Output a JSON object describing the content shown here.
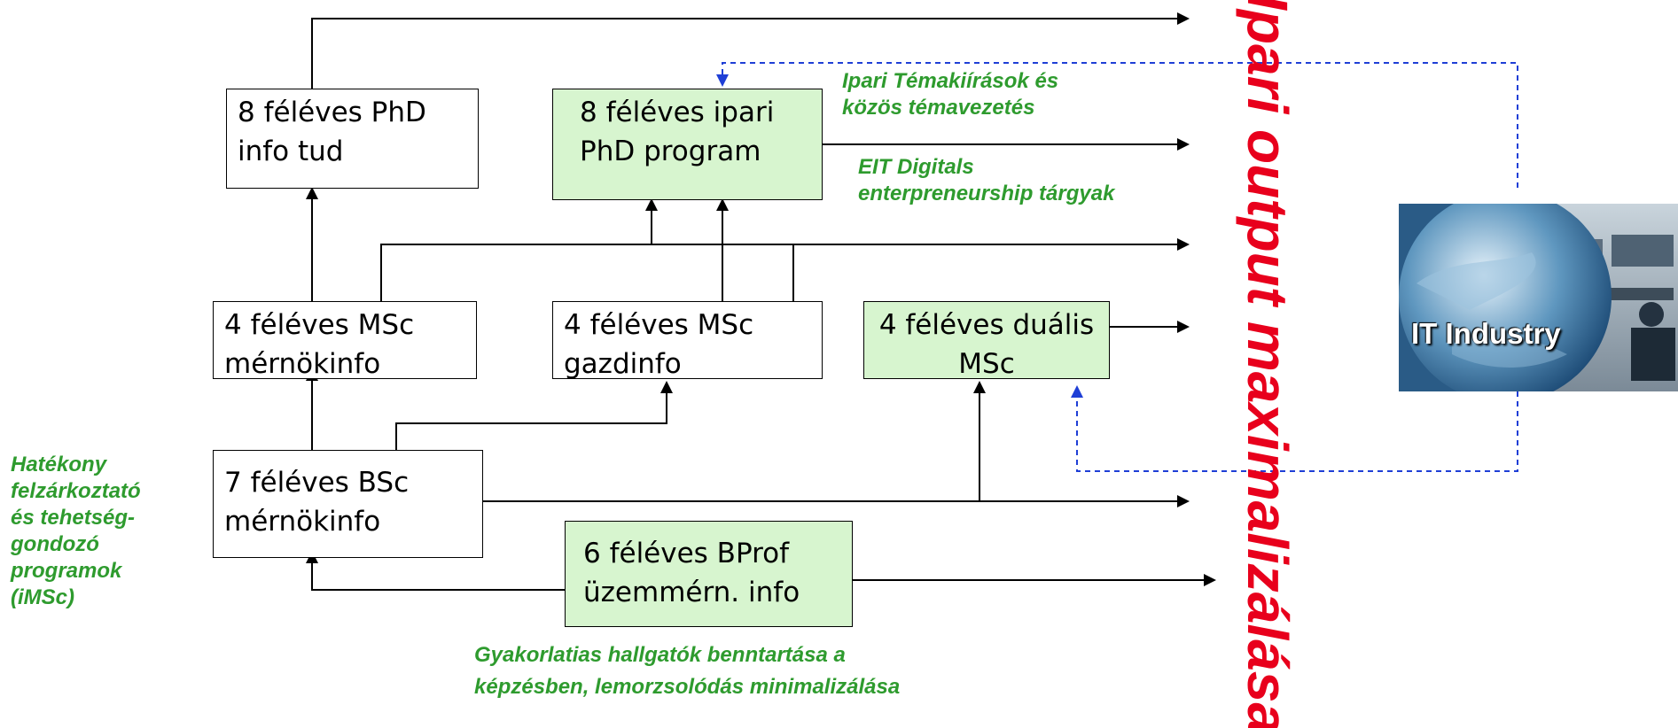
{
  "boxes": {
    "phd_info": {
      "line1": "8 féléves PhD",
      "line2": "info tud"
    },
    "phd_ipari": {
      "line1": "8 féléves ipari",
      "line2": "PhD program"
    },
    "msc_mernok": {
      "line1": "4 féléves MSc",
      "line2": "mérnökinfo"
    },
    "msc_gazd": {
      "line1": "4 féléves MSc",
      "line2": "gazdinfo"
    },
    "msc_dualis": {
      "line1": "4 féléves duális",
      "line2": "MSc"
    },
    "bsc": {
      "line1": "7 féléves BSc",
      "line2": "mérnökinfo"
    },
    "bprof": {
      "line1": "6 féléves BProf",
      "line2": "üzemmérn. info"
    }
  },
  "notes": {
    "ipari_tema": {
      "line1": "Ipari Témakiírások és",
      "line2": "közös témavezetés"
    },
    "eit": {
      "line1": "EIT Digitals",
      "line2": "enterpreneurship tárgyak"
    },
    "hatekony": {
      "line1": "Hatékony",
      "line2": "felzárkoztató",
      "line3": "és tehetség-",
      "line4": "gondozó",
      "line5": "programok",
      "line6": "(iMSc)"
    },
    "gyakorlatias": {
      "line1": "Gyakorlatias hallgatók benntartása a",
      "line2": "képzésben, lemorzsolódás minimalizálása"
    }
  },
  "vertical_title": "Ipari output maximalizálása",
  "it_logo": {
    "text": "IT Industry"
  },
  "colors": {
    "green_box": "#d7f5cf",
    "green_text": "#2e9b2e",
    "title_red": "#e8001c",
    "dashed_blue": "#1f3fd6"
  }
}
